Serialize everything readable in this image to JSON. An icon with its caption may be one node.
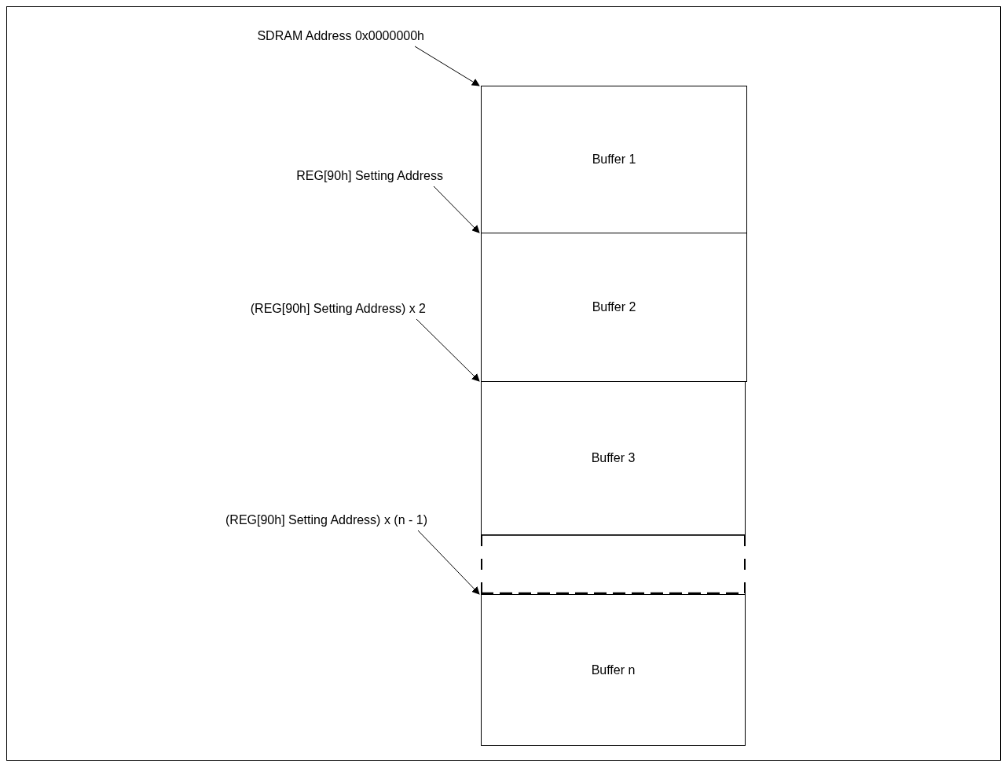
{
  "diagram": {
    "nodes": [
      {
        "text": [
          "SDRAM Address 0x0000000h"
        ]
      },
      {
        "text": [
          "Buffer 1"
        ]
      },
      {
        "text": [
          "REG[90h] Setting Address"
        ]
      },
      {
        "text": [
          "Buffer 2"
        ]
      },
      {
        "text": [
          "(REG[90h] Setting Address) x 2"
        ]
      },
      {
        "text": [
          "Buffer 3"
        ]
      },
      {
        "text": [
          "(REG[90h] Setting Address) x (n - 1)"
        ]
      },
      {
        "text": [],
        "shape": "box"
      },
      {
        "text": [
          "Buffer n"
        ]
      }
    ],
    "edges": [
      {
        "from": 0,
        "to": 1,
        "arrow": "to"
      },
      {
        "from": 2,
        "to": 3,
        "arrow": "to"
      },
      {
        "from": 4,
        "to": 5,
        "arrow": "to"
      },
      {
        "from": 6,
        "to": 8,
        "arrow": "to"
      }
    ]
  }
}
